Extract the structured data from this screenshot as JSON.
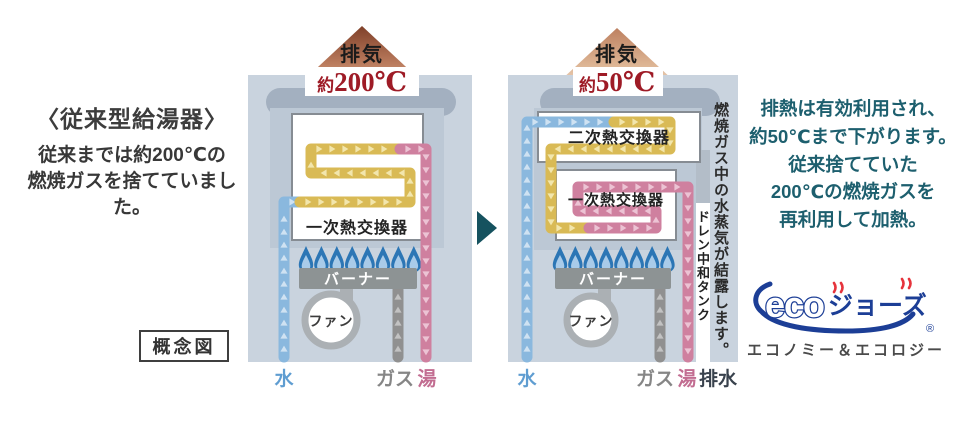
{
  "left_note": {
    "heading": "〈従来型給湯器〉",
    "line1": "従来までは約200℃の",
    "line2": "燃焼ガスを捨てていました。"
  },
  "caption_box": "概念図",
  "conventional_unit": {
    "exhaust_label": "排気",
    "exhaust_temp_prefix": "約",
    "exhaust_temp_value": "200℃",
    "primary_hx": "一次熱交換器",
    "burner": "バーナー",
    "fan": "ファン",
    "inlet_water": "水",
    "inlet_gas": "ガス",
    "outlet_hot_water": "湯"
  },
  "eco_unit": {
    "exhaust_label": "排気",
    "exhaust_temp_prefix": "約",
    "exhaust_temp_value": "50℃",
    "secondary_hx": "二次熱交換器",
    "primary_hx": "一次熱交換器",
    "burner": "バーナー",
    "fan": "ファン",
    "drain_tank": "ドレン中和タンク",
    "condensation_note": "燃焼ガス中の水蒸気が結露します。",
    "inlet_water": "水",
    "inlet_gas": "ガス",
    "outlet_hot_water": "湯",
    "drain": "排水"
  },
  "right_note": {
    "line1": "排熱は有効利用され、",
    "line2": "約50℃まで下がります。",
    "line3": "従来捨てていた",
    "line4": "200℃の燃焼ガスを",
    "line5": "再利用して加熱。"
  },
  "logo": {
    "eco": "eco",
    "jozu": "ジョーズ",
    "registered": "®",
    "tagline": "エコノミー＆エコロジー"
  },
  "colors": {
    "unit_body": "#c9d3de",
    "chamber": "#bcc8d5",
    "duct": "#a3b0c0",
    "water_pipe": "#8ab8de",
    "preheat_pipe": "#d9ba55",
    "hot_pipe": "#cf809f",
    "gas_pipe": "#909090",
    "temp_red": "#9e1b26",
    "note_teal": "#1d5f6e",
    "logo_blue": "#1c3e96",
    "logo_red": "#e6343c"
  }
}
